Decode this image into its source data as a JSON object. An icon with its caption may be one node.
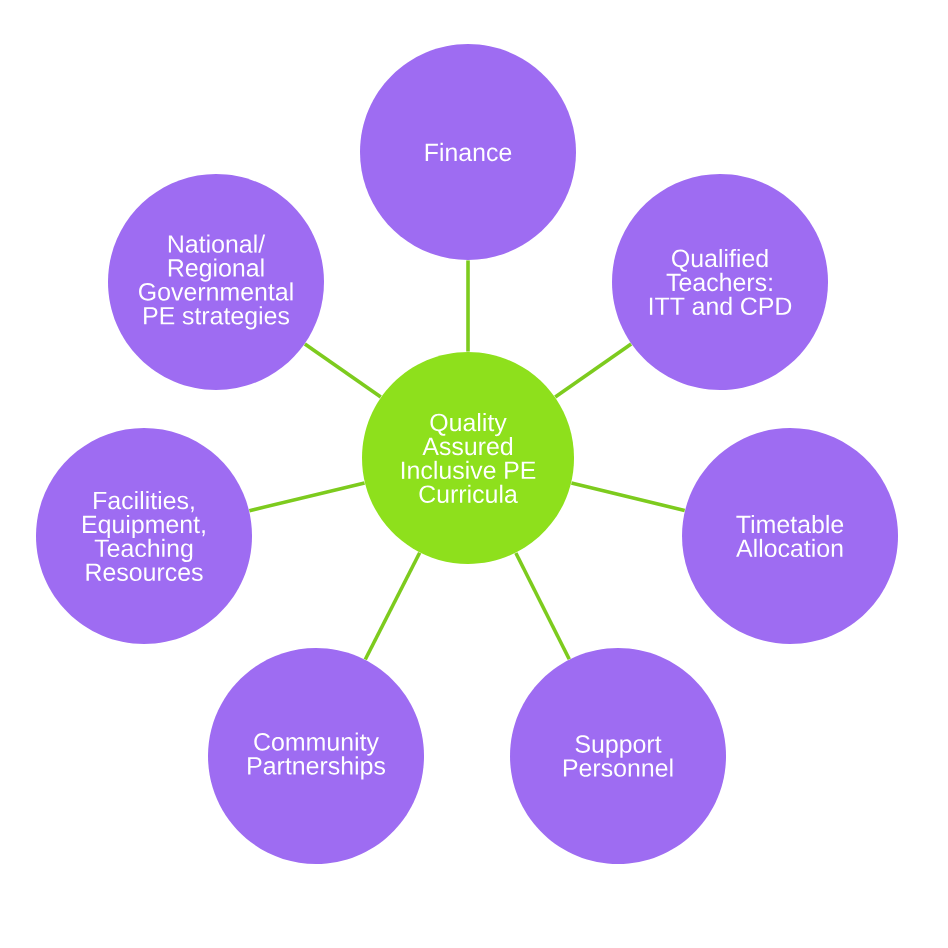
{
  "diagram": {
    "nodes": [
      {
        "text": [
          "Finance"
        ]
      },
      {
        "text": [
          "National/ Regional Governmental PE strategies"
        ]
      },
      {
        "text": [
          "Qualified Teachers: ITT and CPD"
        ]
      },
      {
        "text": [
          "Quality Assured Inclusive PE Curricula"
        ]
      },
      {
        "text": [
          "Facilities, Equipment, Teaching Resources"
        ]
      },
      {
        "text": [
          "Timetable Allocation"
        ]
      },
      {
        "text": [
          "Community Partnerships"
        ]
      },
      {
        "text": [
          "Support Personnel"
        ]
      }
    ],
    "edges": [
      {
        "from": 3,
        "to": 0,
        "arrow": "none"
      },
      {
        "from": 3,
        "to": 1,
        "arrow": "none"
      },
      {
        "from": 3,
        "to": 2,
        "arrow": "none"
      },
      {
        "from": 3,
        "to": 4,
        "arrow": "none"
      },
      {
        "from": 3,
        "to": 5,
        "arrow": "none"
      },
      {
        "from": 3,
        "to": 6,
        "arrow": "none"
      },
      {
        "from": 3,
        "to": 7,
        "arrow": "none"
      }
    ]
  }
}
